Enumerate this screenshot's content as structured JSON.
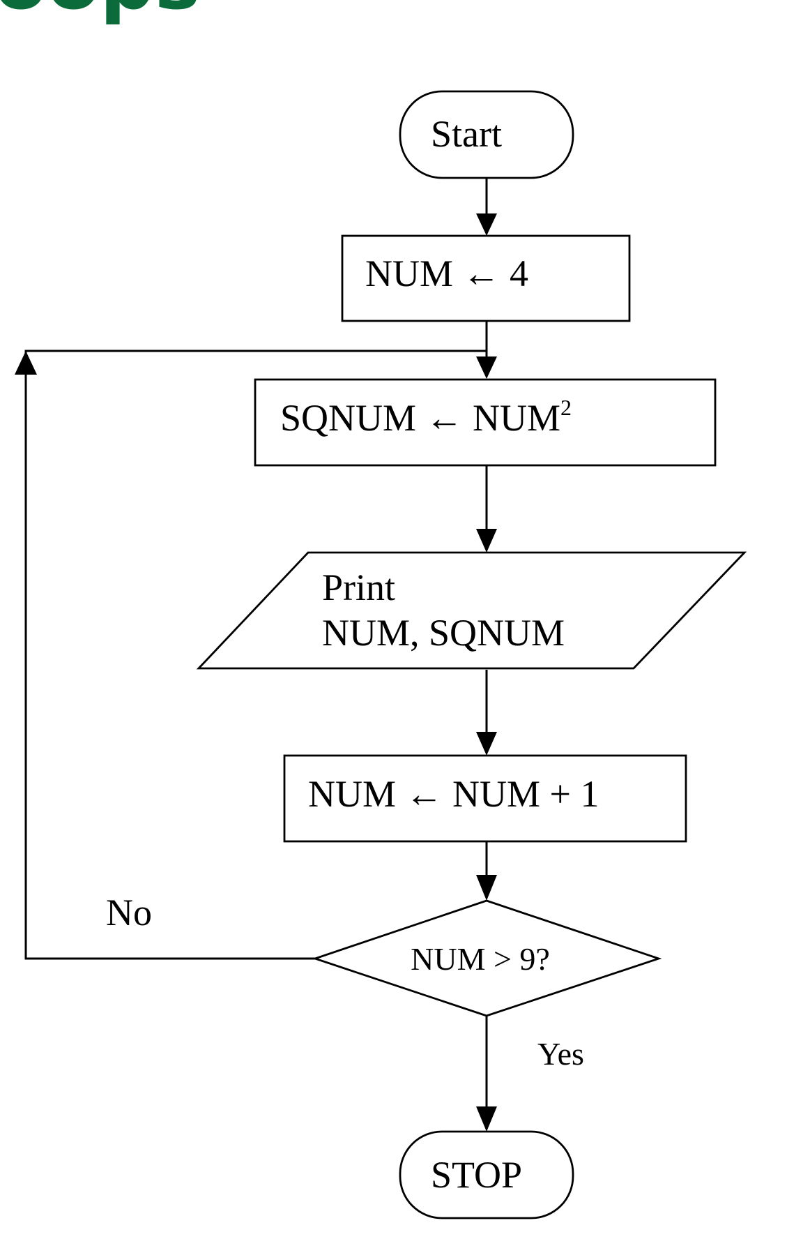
{
  "header": {
    "title_fragment": "oops"
  },
  "flowchart": {
    "start": "Start",
    "init": "NUM ← 4",
    "square": {
      "text": "SQNUM ← NUM",
      "superscript": "2"
    },
    "print": {
      "line1": "Print",
      "line2": "NUM, SQNUM"
    },
    "increment": "NUM ← NUM + 1",
    "decision": "NUM > 9?",
    "no_label": "No",
    "yes_label": "Yes",
    "stop": "STOP"
  },
  "colors": {
    "title": "#0b6b3a",
    "line": "#000000",
    "fill": "#ffffff"
  }
}
